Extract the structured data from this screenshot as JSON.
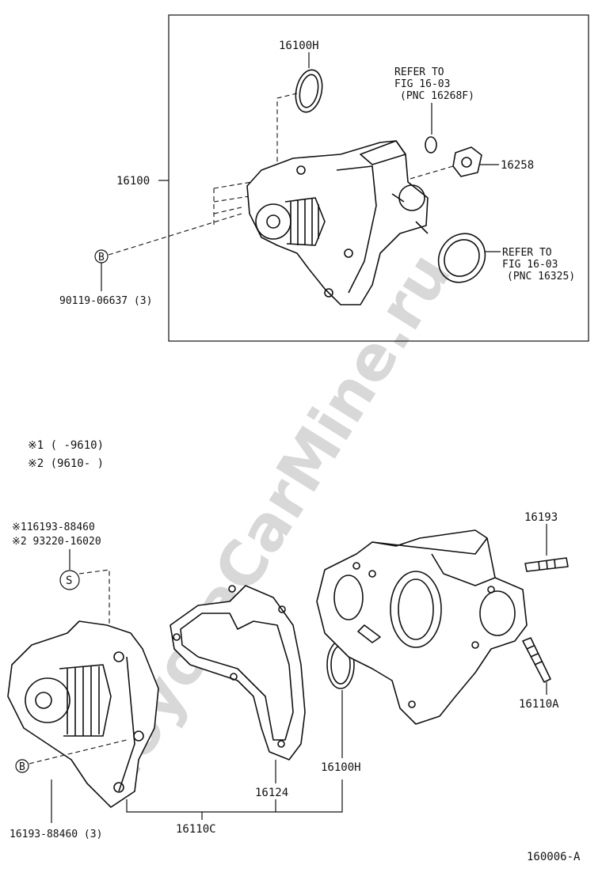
{
  "top_box": {
    "p16100H": "16100H",
    "refer1_line1": "REFER TO",
    "refer1_line2": "FIG 16-03",
    "refer1_line3": "(PNC 16268F)",
    "p16258": "16258",
    "p16100": "16100",
    "bolt_symbol": "B",
    "bolt_part": "90119-06637 (3)",
    "refer2_line1": "REFER TO",
    "refer2_line2": "FIG 16-03",
    "refer2_line3": "(PNC 16325)"
  },
  "notes": {
    "note1": "※1 (      -9610)",
    "note2": "※2 (9610-       )"
  },
  "bottom": {
    "stud_line1": "※116193-88460",
    "stud_line2": "※2 93220-16020",
    "stud_symbol": "S",
    "p16193": "16193",
    "p16110A": "16110A",
    "p16100H": "16100H",
    "p16124": "16124",
    "p16110C": "16110C",
    "bolt_symbol": "B",
    "bolt_part": "16193-88460 (3)"
  },
  "figure_id": "160006-A",
  "watermark": "ToyotaCarMine.ru"
}
